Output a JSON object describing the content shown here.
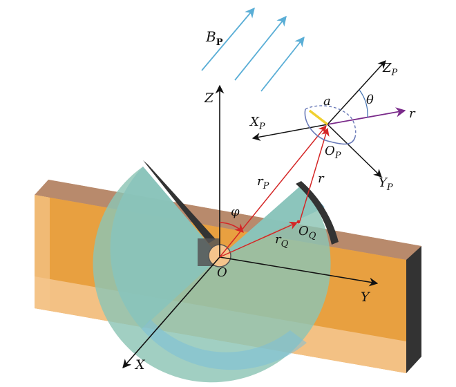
{
  "labels": {
    "b_p": "B",
    "b_p_sub": "P",
    "z": "Z",
    "x": "X",
    "y": "Y",
    "origin": "O",
    "z_p": "Z",
    "z_p_sub": "P",
    "x_p": "X",
    "x_p_sub": "P",
    "y_p": "Y",
    "y_p_sub": "P",
    "o_p": "O",
    "o_p_sub": "P",
    "o_q": "O",
    "o_q_sub": "Q",
    "r_p": "r",
    "r_p_sub": "P",
    "r_q": "r",
    "r_q_sub": "Q",
    "r": "r",
    "r_vec": "r",
    "a": "a",
    "theta": "θ",
    "phi": "φ"
  },
  "colors": {
    "field_lines": "#5aaed6",
    "position_vectors": "#d42626",
    "r_vector": "#7a2a8a",
    "axes": "#111111",
    "slab_front": "#e8a040",
    "slab_light": "#f4c48c",
    "slab_top": "#c49070",
    "slab_edge": "#333333",
    "disk_blue": "#7cc0d8",
    "disk_green": "#96c0a4",
    "loop": "#6a7ab8",
    "loop_highlight": "#f0d030"
  },
  "icons": {
    "field_arrow": "arrow-up-right-icon",
    "axis_arrow": "arrowhead-icon"
  }
}
